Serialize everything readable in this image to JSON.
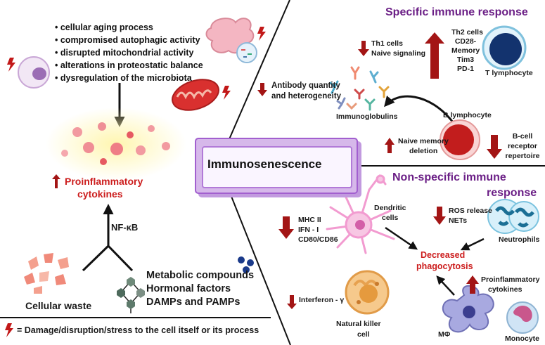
{
  "title": "Immunosenescence",
  "colors": {
    "purple_title": "#6b1f86",
    "dark_red": "#a31515",
    "red": "#d33",
    "center_box": "#d6b8ea",
    "black": "#111111"
  },
  "left_top": {
    "bullets": [
      "cellular aging process",
      "compromised autophagic activity",
      "disrupted mitochondrial activity",
      "alterations in proteostatic balance",
      "dysregulation of the microbiota"
    ],
    "icons": [
      "cell-icon",
      "intestine-icon",
      "bacteria-icon",
      "mitochondria-icon",
      "lightning-icon"
    ]
  },
  "left_middle": {
    "proinflammatory_line1": "Proinflammatory",
    "proinflammatory_line2": "cytokines",
    "nfkb": "NF-κB",
    "cellular_waste": "Cellular waste",
    "sources_line1": "Metabolic compounds",
    "sources_line2": "Hormonal factors",
    "sources_line3": "DAMPs and PAMPs"
  },
  "legend": {
    "text": "= Damage/disruption/stress to the cell itself or its process"
  },
  "specific": {
    "heading": "Specific immune response",
    "th1_line1": "Th1 cells",
    "th1_line2": "Naive signaling",
    "th2_lines": [
      "Th2 cells",
      "CD28-",
      "Memory",
      "Tim3",
      "PD-1"
    ],
    "t_lymphocyte": "T lymphocyte",
    "antibody_line1": "Antibody quantity",
    "antibody_line2": "and heterogeneity",
    "immunoglobulins": "Immunoglobulins",
    "b_lymphocyte": "B lymphocyte",
    "naive_memory_line1": "Naive memory",
    "naive_memory_line2": "deletion",
    "bcell_lines": [
      "B-cell",
      "receptor",
      "repertoire"
    ]
  },
  "nonspecific": {
    "heading_line1": "Non-specific immune",
    "heading_line2": "response",
    "dendritic_line1": "Dendritic",
    "dendritic_line2": "cells",
    "markers": [
      "MHC II",
      "IFN - I",
      "CD80/CD86"
    ],
    "ros_line1": "ROS release",
    "ros_line2": "NETs",
    "neutrophils": "Neutrophils",
    "decreased_line1": "Decreased",
    "decreased_line2": "phagocytosis",
    "proinflam_line1": "Proinflammatory",
    "proinflam_line2": "cytokines",
    "interferon": "Interferon - γ",
    "nk_line1": "Natural killer",
    "nk_line2": "cell",
    "macrophage": "MΦ",
    "monocyte": "Monocyte"
  }
}
